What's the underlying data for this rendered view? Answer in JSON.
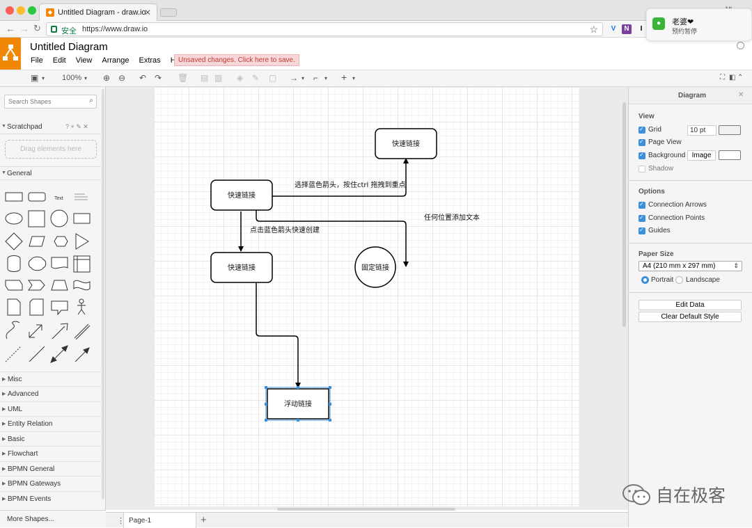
{
  "browser": {
    "tab_title": "Untitled Diagram - draw.io",
    "secure_label": "安全",
    "url": "https://www.draw.io",
    "ext_letter": "I",
    "corner_text": "Mi..."
  },
  "notification": {
    "title": "老婆❤",
    "subtitle": "预约暂停"
  },
  "app": {
    "title": "Untitled Diagram",
    "menus": [
      "File",
      "Edit",
      "View",
      "Arrange",
      "Extras",
      "Help"
    ],
    "unsaved": "Unsaved changes. Click here to save."
  },
  "toolbar": {
    "zoom": "100%"
  },
  "left": {
    "search_placeholder": "Search Shapes",
    "scratchpad": "Scratchpad",
    "scratchpad_tools": "? + ✎ ✕",
    "drag_hint": "Drag elements here",
    "general": "General",
    "text_shape": "Text",
    "palettes": [
      "Misc",
      "Advanced",
      "UML",
      "Entity Relation",
      "Basic",
      "Flowchart",
      "BPMN General",
      "BPMN Gateways",
      "BPMN Events"
    ],
    "more_shapes": "More Shapes..."
  },
  "diagram": {
    "node_top_right": "快速链接",
    "node_main": "快速链接",
    "node_below": "快速链接",
    "node_circle": "固定链接",
    "node_selected": "浮动链接",
    "label_ctrl": "选择蓝色箭头，按住ctrl 拖拽到重点",
    "label_click": "点击蓝色箭头快速创建",
    "label_anywhere": "任何位置添加文本"
  },
  "pagebar": {
    "page_name": "Page-1"
  },
  "right": {
    "title": "Diagram",
    "view_heading": "View",
    "grid": "Grid",
    "grid_size": "10 pt",
    "page_view": "Page View",
    "background": "Background",
    "image_button": "Image",
    "shadow": "Shadow",
    "options_heading": "Options",
    "connection_arrows": "Connection Arrows",
    "connection_points": "Connection Points",
    "guides": "Guides",
    "paper_heading": "Paper Size",
    "paper_value": "A4 (210 mm x 297 mm)",
    "portrait": "Portrait",
    "landscape": "Landscape",
    "edit_data": "Edit Data",
    "clear_style": "Clear Default Style"
  },
  "watermark": {
    "text": "自在极客"
  },
  "colors": {
    "brand": "#f08705",
    "accent": "#3b8fdb",
    "unsaved_bg": "#f8d7da",
    "secure": "#0b8043"
  }
}
